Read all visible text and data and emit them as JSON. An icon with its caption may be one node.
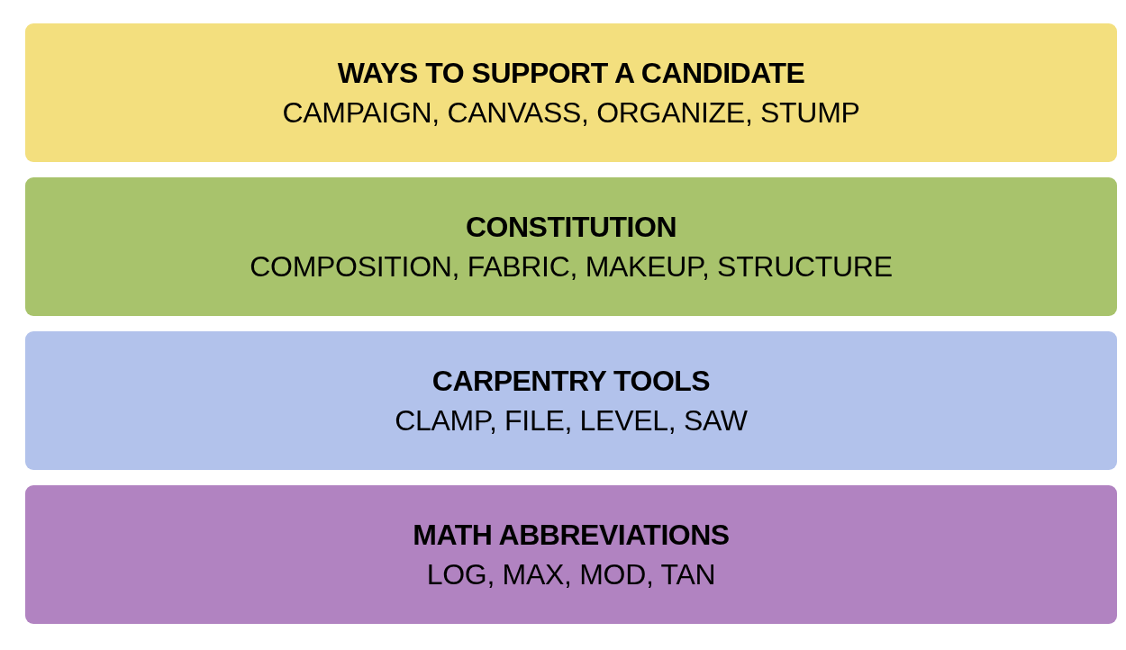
{
  "diagram": {
    "nodes": [
      {
        "text": [
          "WAYS TO SUPPORT A CANDIDATE",
          "CAMPAIGN, CANVASS, ORGANIZE, STUMP"
        ]
      },
      {
        "text": [
          "CONSTITUTION",
          "COMPOSITION, FABRIC, MAKEUP, STRUCTURE"
        ]
      },
      {
        "text": [
          "CARPENTRY TOOLS",
          "CLAMP, FILE, LEVEL, SAW"
        ]
      },
      {
        "text": [
          "MATH ABBREVIATIONS",
          "LOG, MAX, MOD, TAN"
        ]
      }
    ]
  }
}
